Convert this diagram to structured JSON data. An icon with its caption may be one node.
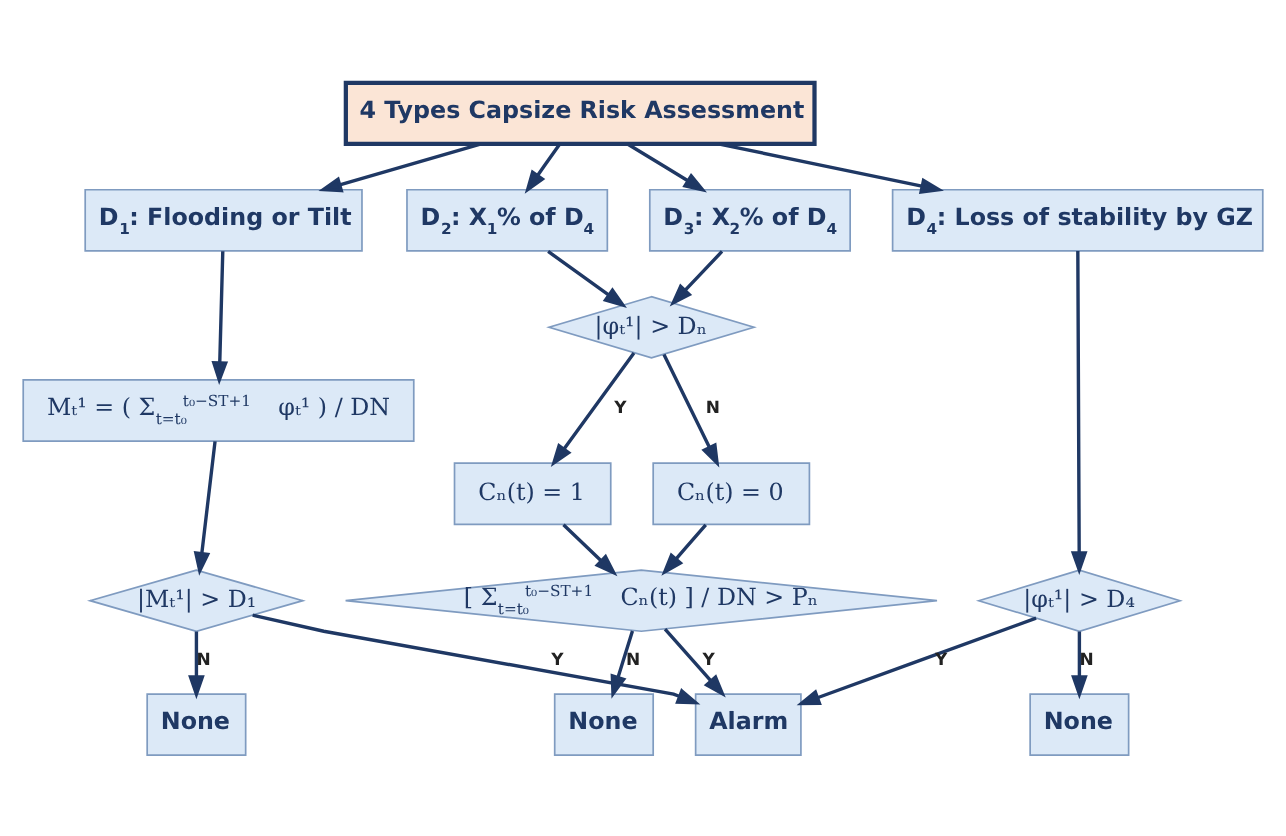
{
  "diagram": {
    "nodes": [
      {
        "text": [
          "4 Types Capsize Risk Assessment"
        ]
      },
      {
        "text": [
          "D$_{1}$: Flooding or Tilt"
        ]
      },
      {
        "text": [
          "D$_{2}$: X$_{1}$% of D$_{4}$"
        ]
      },
      {
        "text": [
          "D$_{3}$: X$_{2}$% of D$_{4}$"
        ]
      },
      {
        "text": [
          "D$_{4}$: Loss of stability by GZ"
        ]
      },
      {
        "text": [
          "Mₜ¹ = ( Σ$_{t=t₀}$$^{t₀−ST+1}$ φₜ¹ ) / DN"
        ]
      },
      {
        "text": [
          "|φₜ¹| > Dₙ"
        ]
      },
      {
        "text": [
          "Cₙ(t) = 1"
        ]
      },
      {
        "text": [
          "Cₙ(t) = 0"
        ]
      },
      {
        "text": [
          "|Mₜ¹| > D₁"
        ]
      },
      {
        "text": [
          "None"
        ]
      },
      {
        "text": [
          "[ Σ$_{t=t₀}$$^{t₀−ST+1}$ Cₙ(t) ] / DN > Pₙ"
        ]
      },
      {
        "text": [
          "None"
        ]
      },
      {
        "text": [
          "|φₜ¹| > D₄"
        ]
      },
      {
        "text": [
          "None"
        ]
      },
      {
        "text": [
          "Alarm"
        ]
      }
    ],
    "edges": [
      {
        "from": 0,
        "to": 1,
        "arrow": "to"
      },
      {
        "from": 0,
        "to": 2,
        "arrow": "to"
      },
      {
        "from": 0,
        "to": 3,
        "arrow": "to"
      },
      {
        "from": 0,
        "to": 4,
        "arrow": "to"
      },
      {
        "from": 1,
        "to": 5,
        "arrow": "to"
      },
      {
        "from": 2,
        "to": 6,
        "arrow": "to"
      },
      {
        "from": 3,
        "to": 6,
        "arrow": "to"
      },
      {
        "from": 6,
        "to": 7,
        "arrow": "to",
        "label": "Y"
      },
      {
        "from": 6,
        "to": 8,
        "arrow": "to",
        "label": "N"
      },
      {
        "from": 5,
        "to": 9,
        "arrow": "to"
      },
      {
        "from": 7,
        "to": 11,
        "arrow": "to"
      },
      {
        "from": 8,
        "to": 11,
        "arrow": "to"
      },
      {
        "from": 4,
        "to": 13,
        "arrow": "to"
      },
      {
        "from": 9,
        "to": 10,
        "arrow": "to",
        "label": "N"
      },
      {
        "from": 11,
        "to": 12,
        "arrow": "to",
        "label": "N"
      },
      {
        "from": 13,
        "to": 14,
        "arrow": "to",
        "label": "N"
      },
      {
        "from": 9,
        "to": 15,
        "arrow": "to",
        "label": "Y"
      },
      {
        "from": 11,
        "to": 15,
        "arrow": "to",
        "label": "Y"
      },
      {
        "from": 13,
        "to": 15,
        "arrow": "to",
        "label": "Y"
      }
    ]
  }
}
